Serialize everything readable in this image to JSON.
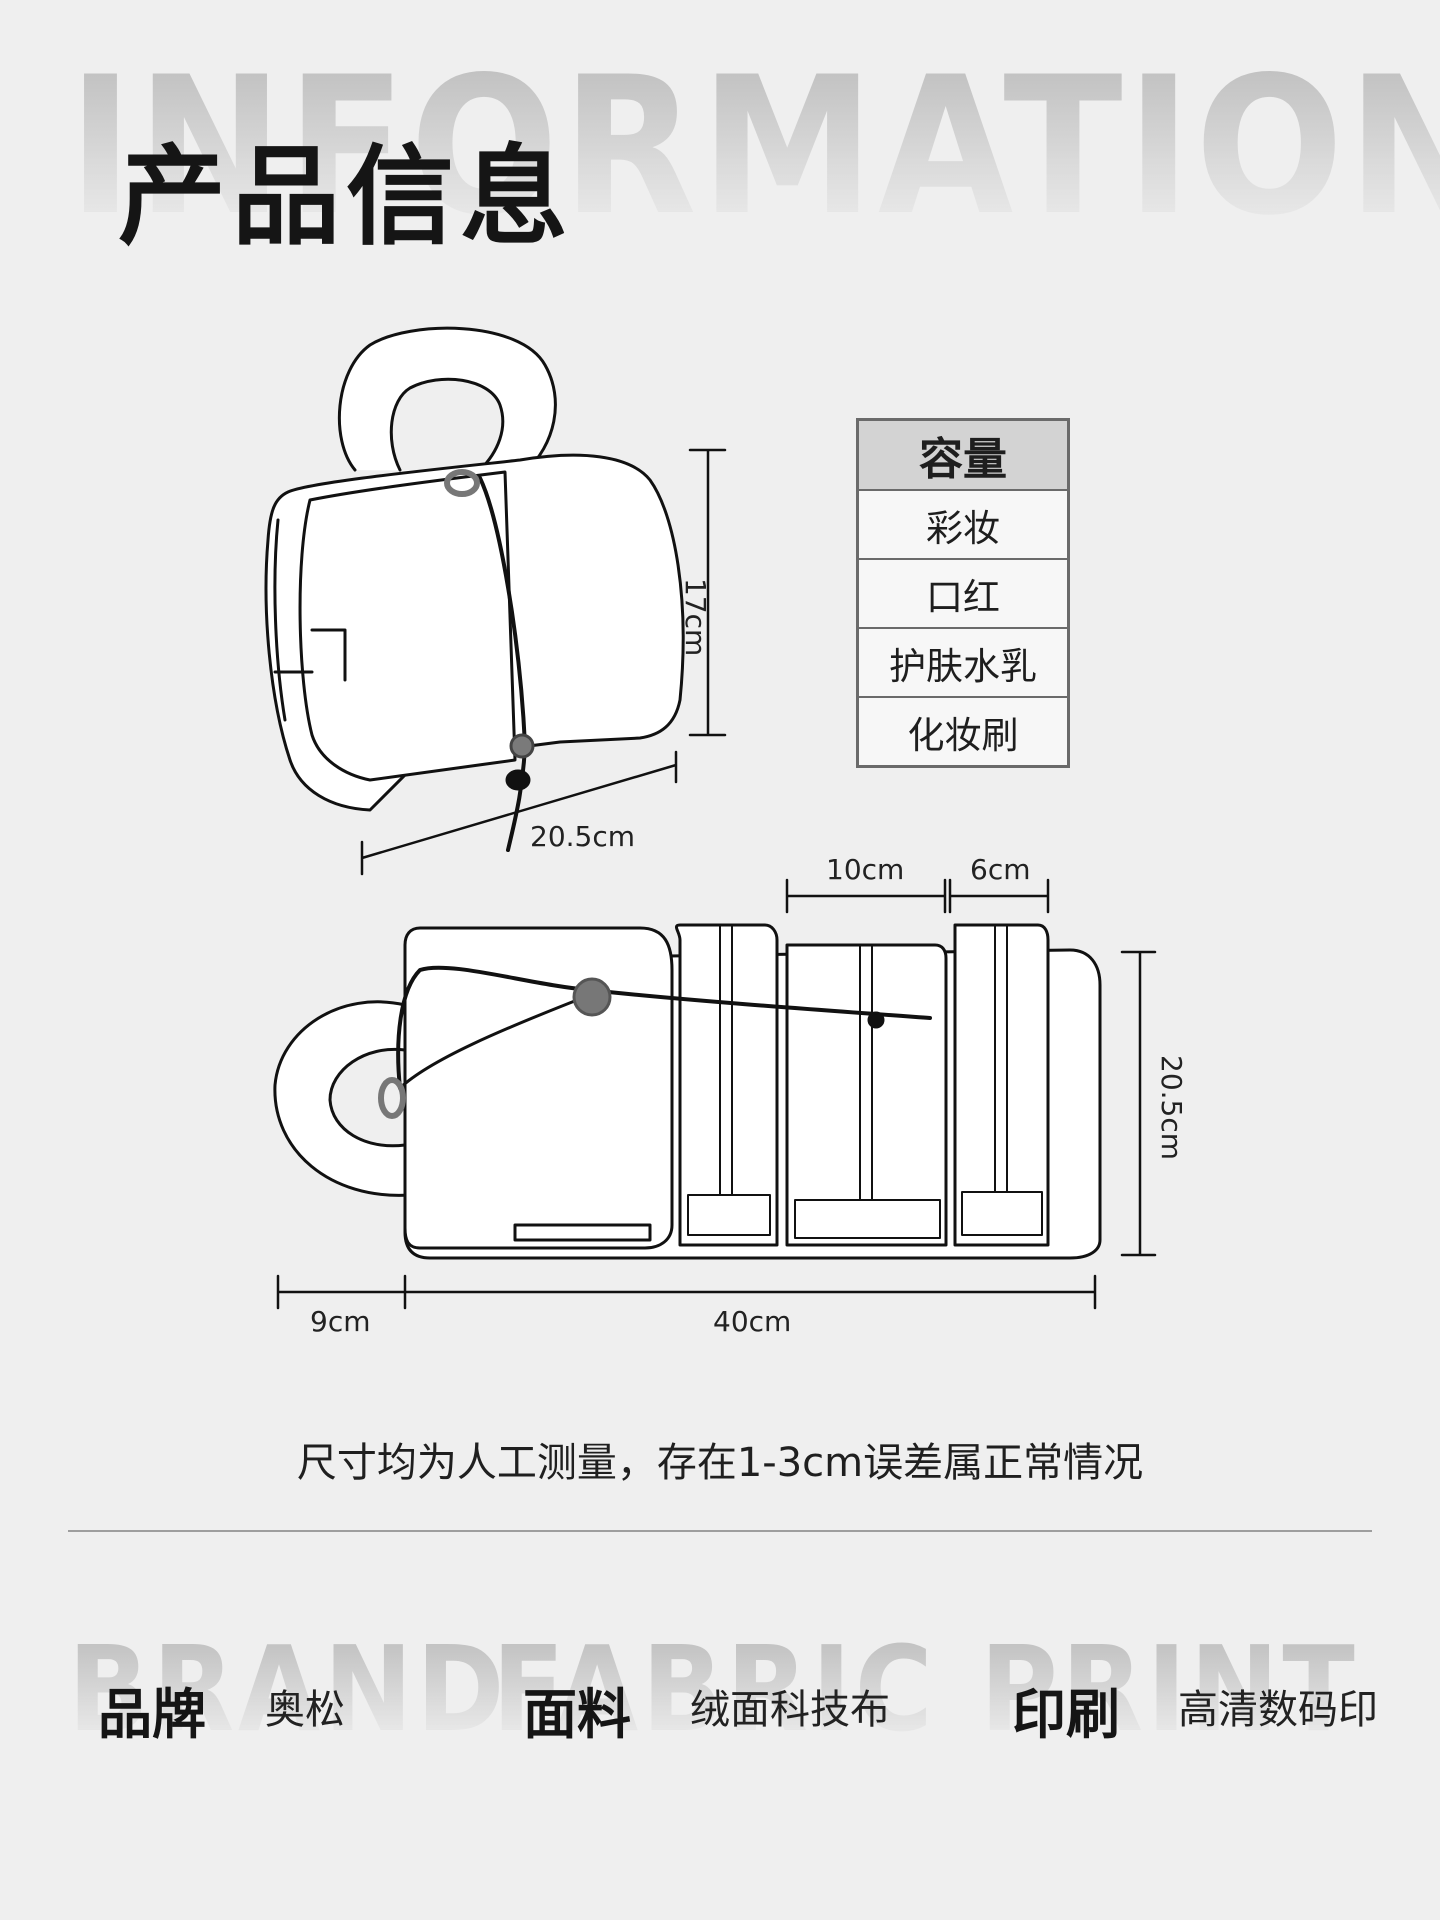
{
  "header": {
    "bg_word": "INFORMATION",
    "title": "产品信息"
  },
  "top_view": {
    "height_label": "17cm",
    "width_label": "20.5cm"
  },
  "capacity_table": {
    "header": "容量",
    "items": [
      "彩妆",
      "口红",
      "护肤水乳",
      "化妆刷"
    ]
  },
  "flat_view": {
    "pocket_a_label": "10cm",
    "pocket_b_label": "6cm",
    "height_label": "20.5cm",
    "handle_label": "9cm",
    "length_label": "40cm"
  },
  "note": "尺寸均为人工测量，存在1-3cm误差属正常情况",
  "footer": {
    "brand": {
      "bg": "BRAND",
      "key": "品牌",
      "value": "奥松"
    },
    "fabric": {
      "bg": "FABRIC",
      "key": "面料",
      "value": "绒面科技布"
    },
    "print": {
      "bg": "PRINT",
      "key": "印刷",
      "value": "高清数码印"
    }
  }
}
